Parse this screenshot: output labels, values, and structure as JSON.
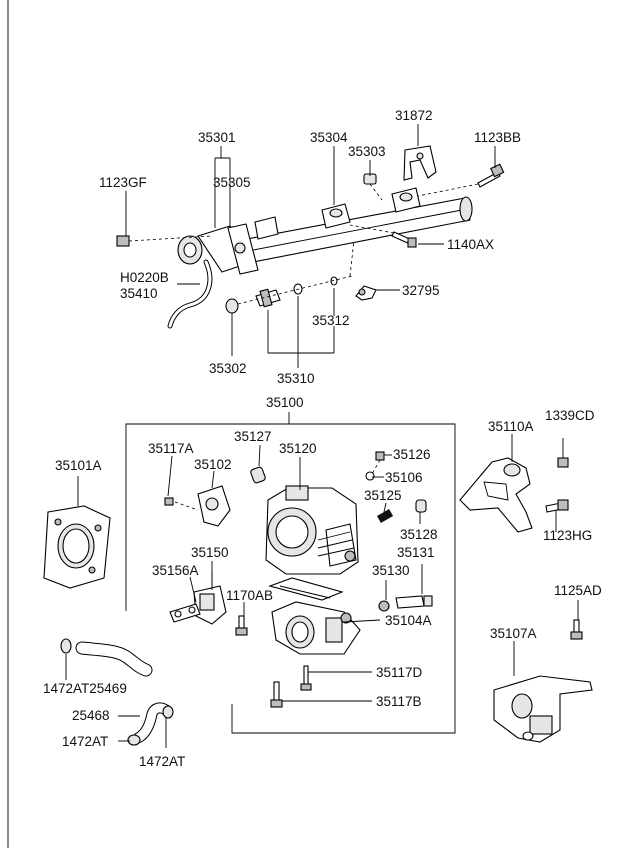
{
  "labels": {
    "p35301": "35301",
    "p35304": "35304",
    "p31872": "31872",
    "p1123BB": "1123BB",
    "p35303": "35303",
    "p1123GF": "1123GF",
    "p35305": "35305",
    "p1140AX": "1140AX",
    "pH0220B": "H0220B",
    "p35410": "35410",
    "p32795": "32795",
    "p35312": "35312",
    "p35302": "35302",
    "p35310": "35310",
    "p35100": "35100",
    "p35110A": "35110A",
    "p1339CD": "1339CD",
    "p35117A": "35117A",
    "p35127": "35127",
    "p35120": "35120",
    "p35126": "35126",
    "p35101A": "35101A",
    "p35102": "35102",
    "p35106": "35106",
    "p35125": "35125",
    "p35128": "35128",
    "p1123HG": "1123HG",
    "p35150": "35150",
    "p35131": "35131",
    "p35156A": "35156A",
    "p35130": "35130",
    "p1170AB": "1170AB",
    "p1125AD": "1125AD",
    "p35104A": "35104A",
    "p35107A": "35107A",
    "p35117D": "35117D",
    "p1472AT25469": "1472AT25469",
    "p35117B": "35117B",
    "p25468": "25468",
    "p1472AT_a": "1472AT",
    "p1472AT_b": "1472AT"
  }
}
